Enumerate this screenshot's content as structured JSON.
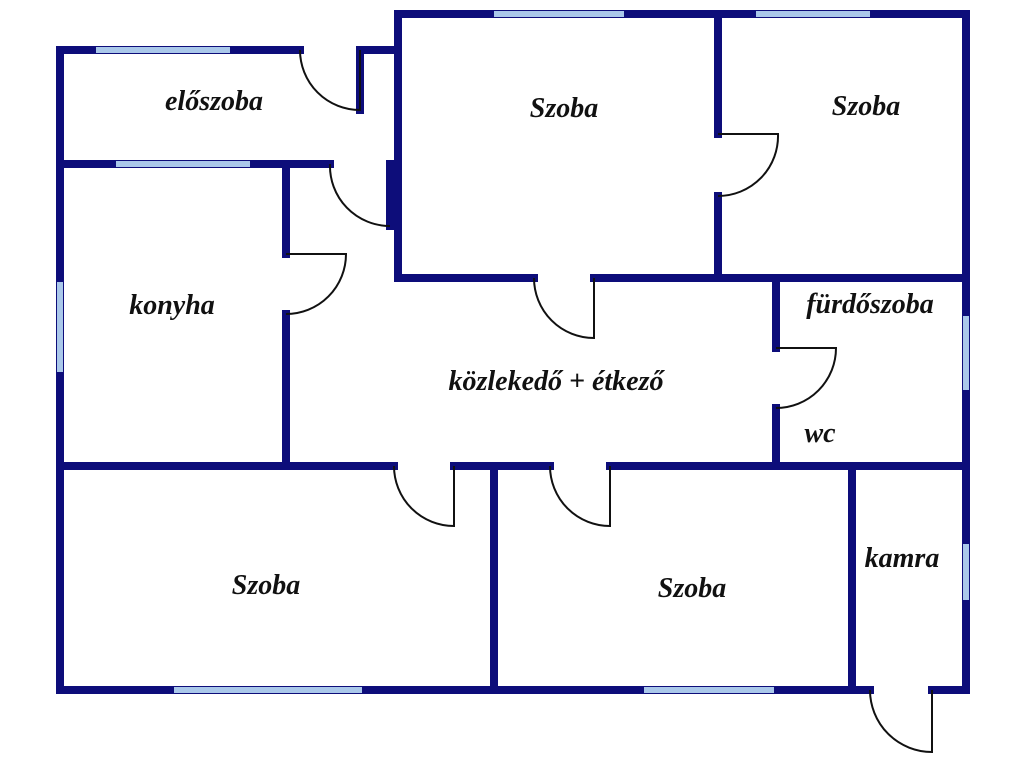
{
  "colors": {
    "wall": "#0d0d7a",
    "window": "#aac8ea",
    "door": "#111111",
    "label": "#111111"
  },
  "rooms": {
    "eloszoba": "előszoba",
    "szoba_top_mid": "Szoba",
    "szoba_top_right": "Szoba",
    "konyha": "konyha",
    "furdoszoba": "fürdőszoba",
    "kozlekedo": "közlekedő + étkező",
    "wc": "wc",
    "szoba_bottom_left": "Szoba",
    "szoba_bottom_mid": "Szoba",
    "kamra": "kamra"
  }
}
